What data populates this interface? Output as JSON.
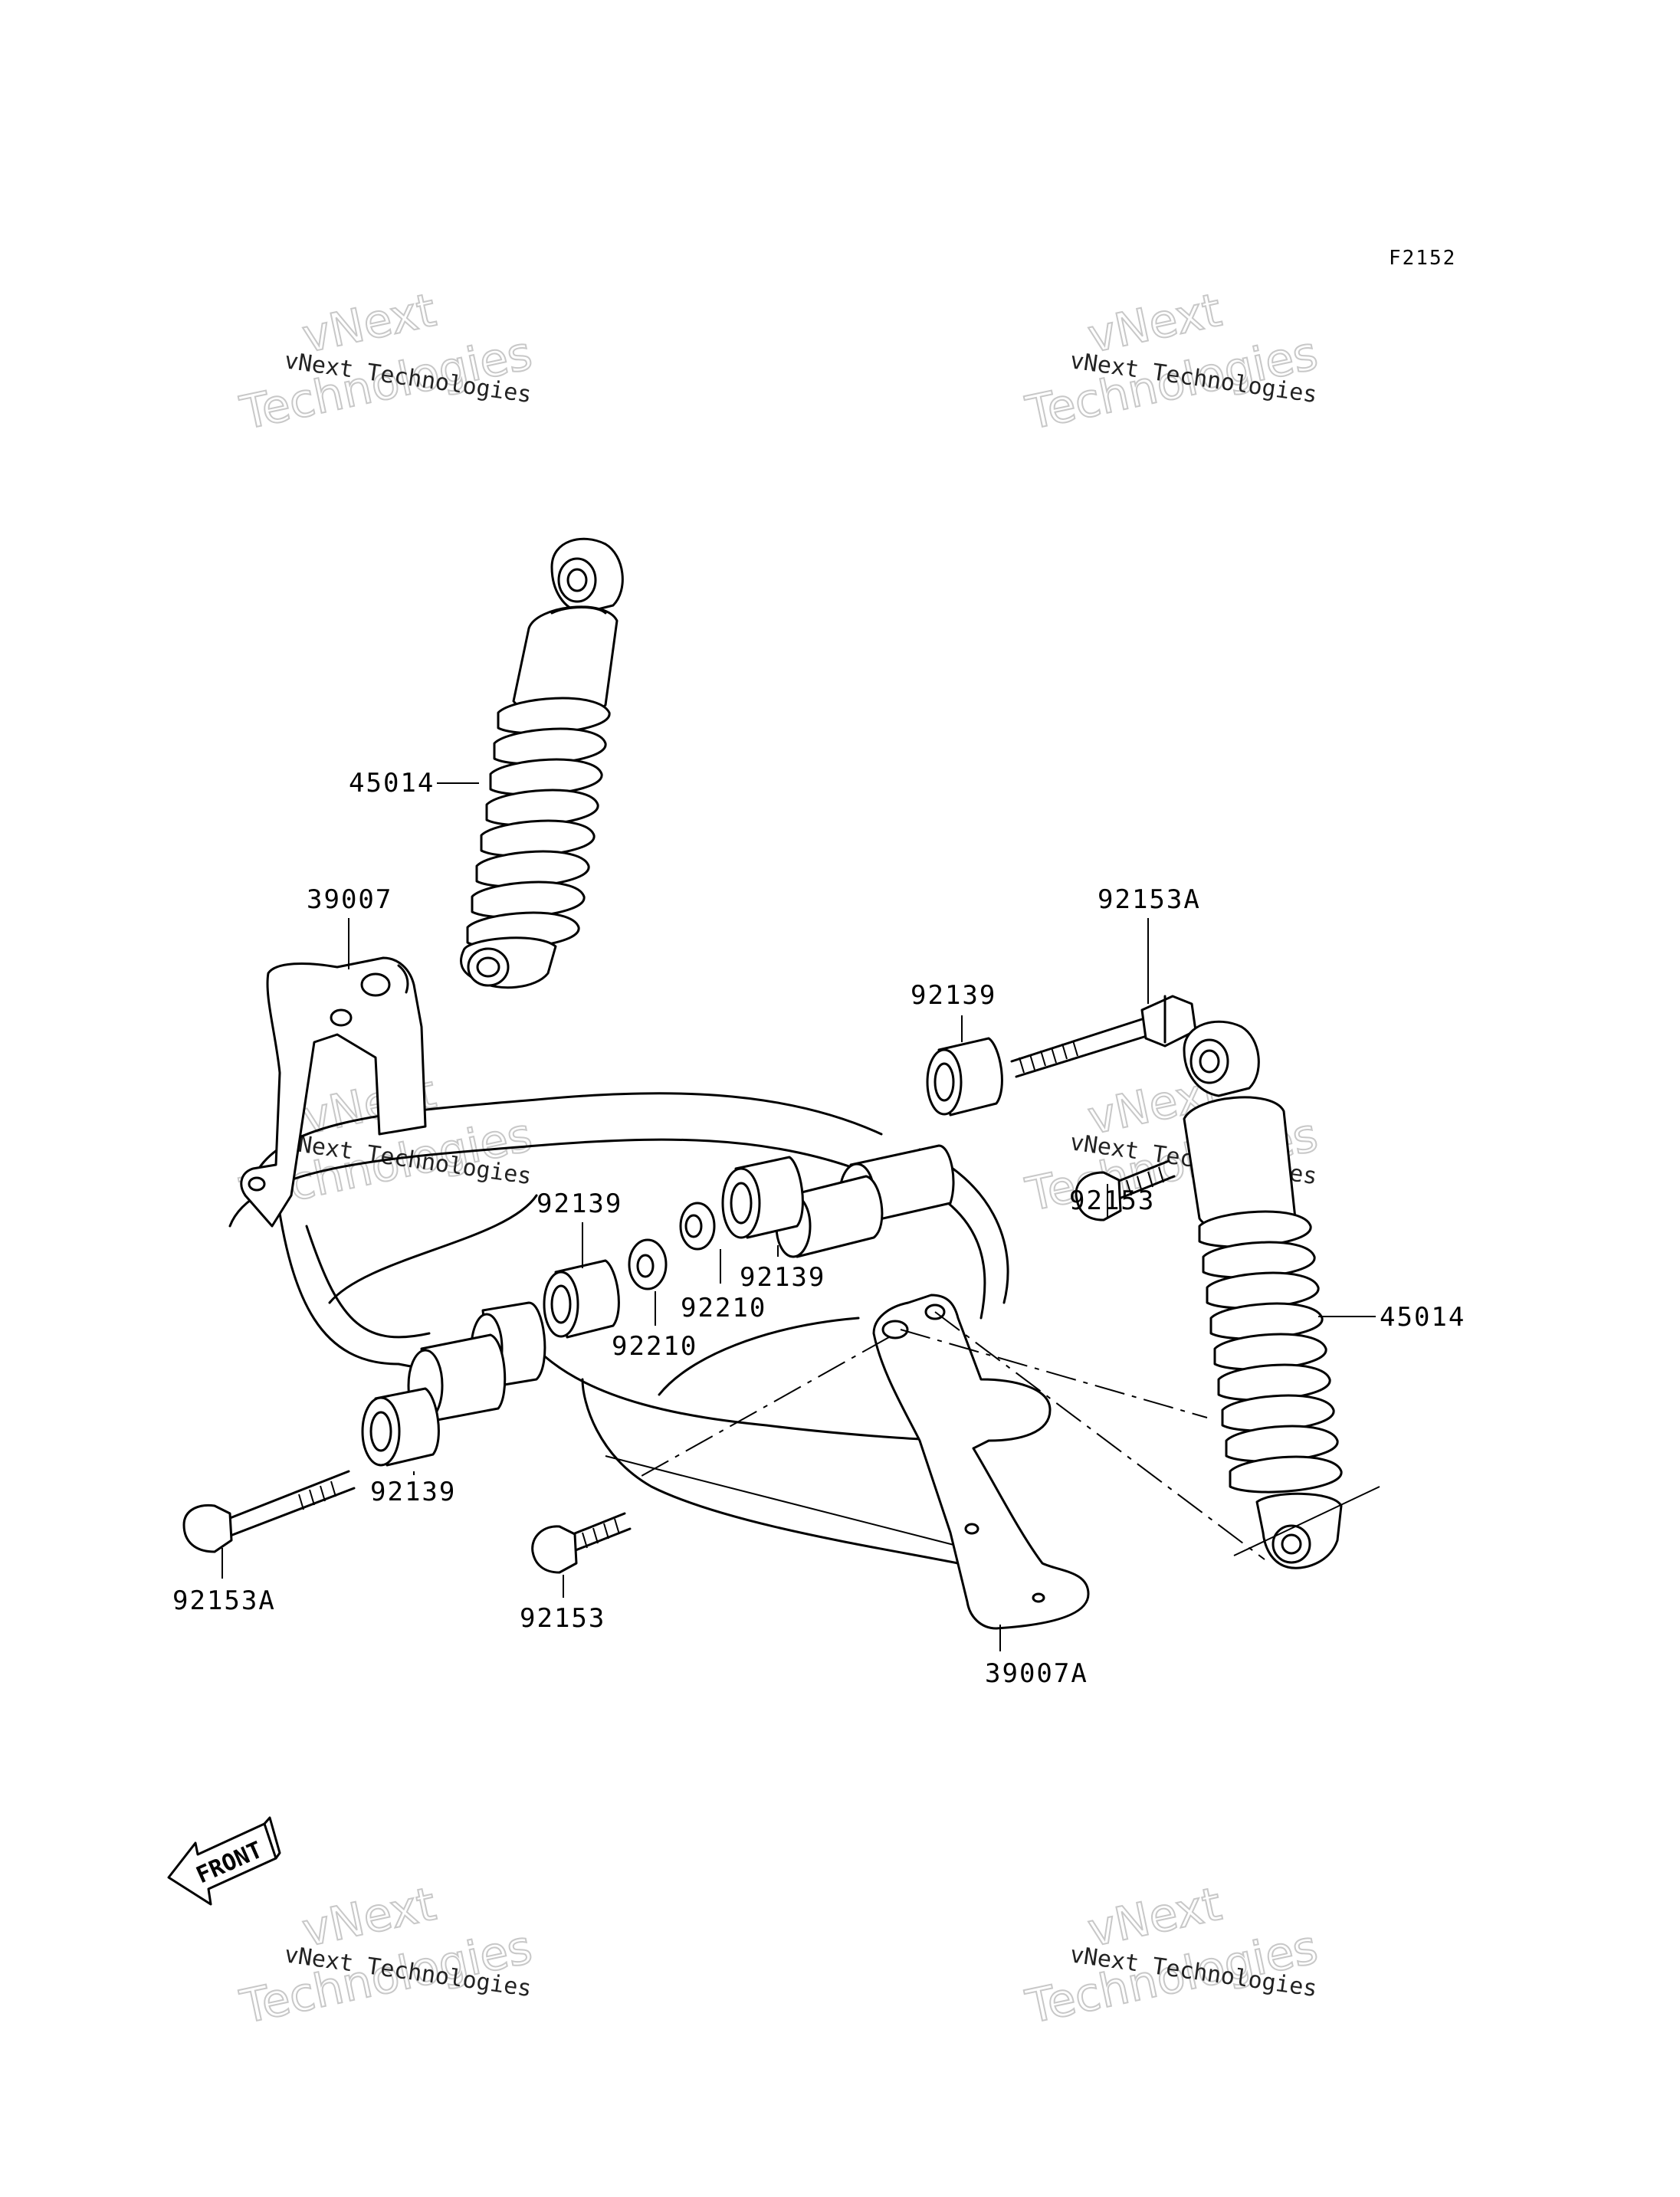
{
  "figure_code": "F2152",
  "watermark": {
    "line1": "vNext Technologies",
    "line2_top": "vNext",
    "line2_bottom": "Technologies"
  },
  "front_marker": "FRONT",
  "parts": {
    "shock_left": "45014",
    "shock_right": "45014",
    "bracket_left": "39007",
    "bracket_right": "39007A",
    "bolt_long_right": "92153A",
    "bolt_long_left": "92153A",
    "bolt_short_right": "92153",
    "bolt_short_left": "92153",
    "collar_top": "92139",
    "collar_mid_right": "92139",
    "collar_mid_left": "92139",
    "collar_bottom_left": "92139",
    "washer_right": "92210",
    "washer_left": "92210"
  }
}
